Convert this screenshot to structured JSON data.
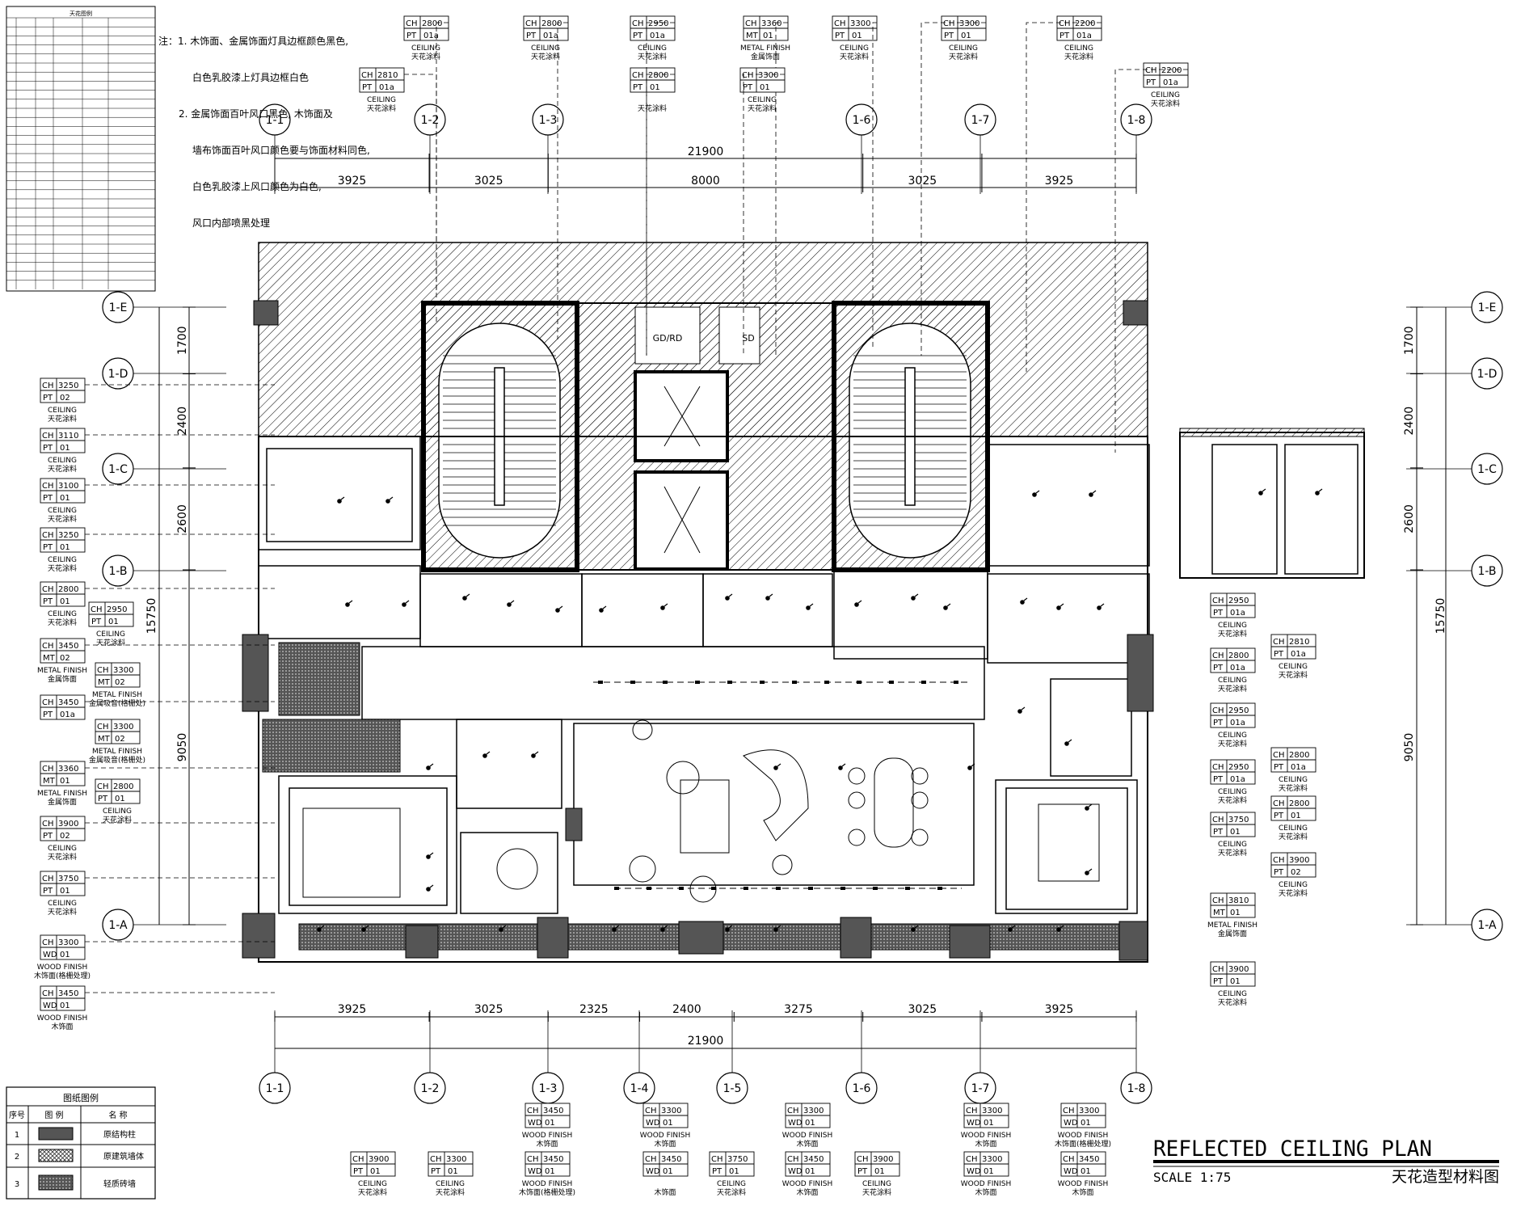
{
  "notes": {
    "line1": "注：1. 木饰面、金属饰面灯具边框颜色黑色,",
    "line2": "白色乳胶漆上灯具边框白色",
    "line3": "2. 金属饰面百叶风口黑色, 木饰面及",
    "line4": "墙布饰面百叶风口颜色要与饰面材料同色,",
    "line5": "白色乳胶漆上风口颜色为白色,",
    "line6": "风口内部喷黑处理"
  },
  "lighting_legend_title": "天花图例",
  "grid_cols": [
    "1-1",
    "1-2",
    "1-3",
    "1-4",
    "1-5",
    "1-6",
    "1-7",
    "1-8"
  ],
  "grid_rows": [
    "1-E",
    "1-D",
    "1-C",
    "1-B",
    "1-A"
  ],
  "dims_top": {
    "total": "21900",
    "segments": [
      "3925",
      "3025",
      "8000",
      "3025",
      "3925"
    ]
  },
  "dims_bottom": {
    "total": "21900",
    "segments": [
      "3925",
      "3025",
      "2325",
      "2400",
      "3275",
      "3025",
      "3925"
    ]
  },
  "dims_left": {
    "total": "15750",
    "segments": [
      "1700",
      "2400",
      "2600",
      "9050"
    ]
  },
  "dims_right": {
    "total": "15750",
    "segments": [
      "1700",
      "2400",
      "2600",
      "9050"
    ]
  },
  "tags_top": [
    {
      "ch": "2800",
      "code": "PT",
      "num": "01a",
      "en": "CEILING",
      "cn": "天花涂料"
    },
    {
      "ch": "2810",
      "code": "PT",
      "num": "01a",
      "en": "CEILING",
      "cn": "天花涂料"
    },
    {
      "ch": "2800",
      "code": "PT",
      "num": "01a",
      "en": "CEILING",
      "cn": "天花涂料"
    },
    {
      "ch": "2950",
      "code": "PT",
      "num": "01a",
      "en": "CEILING",
      "cn": "天花涂料"
    },
    {
      "ch": "2800",
      "code": "PT",
      "num": "01",
      "en": "",
      "cn": "天花涂料"
    },
    {
      "ch": "3360",
      "code": "MT",
      "num": "01",
      "en": "METAL FINISH",
      "cn": "金属饰面"
    },
    {
      "ch": "3300",
      "code": "PT",
      "num": "01",
      "en": "CEILING",
      "cn": "天花涂料"
    },
    {
      "ch": "3300",
      "code": "PT",
      "num": "01",
      "en": "CEILING",
      "cn": "天花涂料"
    },
    {
      "ch": "3300",
      "code": "PT",
      "num": "01",
      "en": "CEILING",
      "cn": "天花涂料"
    },
    {
      "ch": "2200",
      "code": "PT",
      "num": "01a",
      "en": "CEILING",
      "cn": "天花涂料"
    },
    {
      "ch": "2200",
      "code": "PT",
      "num": "01a",
      "en": "CEILING",
      "cn": "天花涂料"
    }
  ],
  "tags_left": [
    {
      "ch": "3250",
      "code": "PT",
      "num": "02",
      "en": "CEILING",
      "cn": "天花涂料"
    },
    {
      "ch": "3110",
      "code": "PT",
      "num": "01",
      "en": "CEILING",
      "cn": "天花涂料"
    },
    {
      "ch": "3100",
      "code": "PT",
      "num": "01",
      "en": "CEILING",
      "cn": "天花涂料"
    },
    {
      "ch": "3250",
      "code": "PT",
      "num": "01",
      "en": "CEILING",
      "cn": "天花涂料"
    },
    {
      "ch": "2800",
      "code": "PT",
      "num": "01",
      "en": "CEILING",
      "cn": "天花涂料"
    },
    {
      "ch": "3450",
      "code": "MT",
      "num": "02",
      "en": "METAL FINISH",
      "cn": "金属饰面"
    },
    {
      "ch": "3450",
      "code": "PT",
      "num": "01a",
      "en": "",
      "cn": ""
    },
    {
      "ch": "3360",
      "code": "MT",
      "num": "01",
      "en": "METAL FINISH",
      "cn": "金属饰面"
    },
    {
      "ch": "3900",
      "code": "PT",
      "num": "02",
      "en": "CEILING",
      "cn": "天花涂料"
    },
    {
      "ch": "3750",
      "code": "PT",
      "num": "01",
      "en": "CEILING",
      "cn": "天花涂料"
    },
    {
      "ch": "3300",
      "code": "WD",
      "num": "01",
      "en": "WOOD FINISH",
      "cn": "木饰面(格栅处理)"
    },
    {
      "ch": "3450",
      "code": "WD",
      "num": "01",
      "en": "WOOD FINISH",
      "cn": "木饰面"
    }
  ],
  "tags_left_inner": [
    {
      "ch": "2950",
      "code": "PT",
      "num": "01",
      "en": "CEILING",
      "cn": "天花涂料"
    },
    {
      "ch": "3300",
      "code": "MT",
      "num": "02",
      "en": "METAL FINISH",
      "cn": "金属吸音(格栅处)"
    },
    {
      "ch": "3300",
      "code": "MT",
      "num": "02",
      "en": "METAL FINISH",
      "cn": "金属吸音(格栅处)"
    },
    {
      "ch": "2800",
      "code": "PT",
      "num": "01",
      "en": "CEILING",
      "cn": "天花涂料"
    }
  ],
  "tags_right": [
    {
      "ch": "2950",
      "code": "PT",
      "num": "01a",
      "en": "CEILING",
      "cn": "天花涂料"
    },
    {
      "ch": "2800",
      "code": "PT",
      "num": "01a",
      "en": "CEILING",
      "cn": "天花涂料"
    },
    {
      "ch": "2950",
      "code": "PT",
      "num": "01a",
      "en": "CEILING",
      "cn": "天花涂料"
    },
    {
      "ch": "2950",
      "code": "PT",
      "num": "01a",
      "en": "CEILING",
      "cn": "天花涂料"
    },
    {
      "ch": "3750",
      "code": "PT",
      "num": "01",
      "en": "CEILING",
      "cn": "天花涂料"
    },
    {
      "ch": "3810",
      "code": "MT",
      "num": "01",
      "en": "METAL FINISH",
      "cn": "金属饰面"
    },
    {
      "ch": "3900",
      "code": "PT",
      "num": "01",
      "en": "CEILING",
      "cn": "天花涂料"
    }
  ],
  "tags_right_outer": [
    {
      "ch": "2810",
      "code": "PT",
      "num": "01a",
      "en": "CEILING",
      "cn": "天花涂料"
    },
    {
      "ch": "2800",
      "code": "PT",
      "num": "01a",
      "en": "CEILING",
      "cn": "天花涂料"
    },
    {
      "ch": "2800",
      "code": "PT",
      "num": "01",
      "en": "CEILING",
      "cn": "天花涂料"
    },
    {
      "ch": "3900",
      "code": "PT",
      "num": "02",
      "en": "CEILING",
      "cn": "天花涂料"
    }
  ],
  "tags_bottom": [
    {
      "ch": "3900",
      "code": "PT",
      "num": "01",
      "en": "CEILING",
      "cn": "天花涂料"
    },
    {
      "ch": "3300",
      "code": "PT",
      "num": "01",
      "en": "CEILING",
      "cn": "天花涂料"
    },
    {
      "ch": "3450",
      "code": "WD",
      "num": "01",
      "en": "WOOD FINISH",
      "cn": "木饰面"
    },
    {
      "ch": "3450",
      "code": "WD",
      "num": "01",
      "en": "WOOD FINISH",
      "cn": "木饰面(格栅处理)"
    },
    {
      "ch": "3300",
      "code": "WD",
      "num": "01",
      "en": "WOOD FINISH",
      "cn": "木饰面"
    },
    {
      "ch": "3450",
      "code": "WD",
      "num": "01",
      "en": "",
      "cn": "木饰面"
    },
    {
      "ch": "3750",
      "code": "PT",
      "num": "01",
      "en": "CEILING",
      "cn": "天花涂料"
    },
    {
      "ch": "3300",
      "code": "WD",
      "num": "01",
      "en": "WOOD FINISH",
      "cn": "木饰面"
    },
    {
      "ch": "3450",
      "code": "WD",
      "num": "01",
      "en": "WOOD FINISH",
      "cn": "木饰面"
    },
    {
      "ch": "3900",
      "code": "PT",
      "num": "01",
      "en": "CEILING",
      "cn": "天花涂料"
    },
    {
      "ch": "3300",
      "code": "WD",
      "num": "01",
      "en": "WOOD FINISH",
      "cn": "木饰面"
    },
    {
      "ch": "3300",
      "code": "WD",
      "num": "01",
      "en": "WOOD FINISH",
      "cn": "木饰面"
    },
    {
      "ch": "3300",
      "code": "WD",
      "num": "01",
      "en": "WOOD FINISH",
      "cn": "木饰面(格栅处理)"
    },
    {
      "ch": "3450",
      "code": "WD",
      "num": "01",
      "en": "WOOD FINISH",
      "cn": "木饰面"
    }
  ],
  "room_labels": {
    "elevator_lobby": "GD/RD",
    "shaft": "SD"
  },
  "material_legend": {
    "title": "图纸图例",
    "headers": [
      "序号",
      "图 例",
      "名 称"
    ],
    "rows": [
      {
        "no": "1",
        "name": "原结构柱"
      },
      {
        "no": "2",
        "name": "原建筑墙体"
      },
      {
        "no": "3",
        "name": "轻质砖墙"
      }
    ]
  },
  "title_block": {
    "title": "REFLECTED CEILING PLAN",
    "scale": "SCALE 1:75",
    "cn_title": "天花造型材料图"
  }
}
